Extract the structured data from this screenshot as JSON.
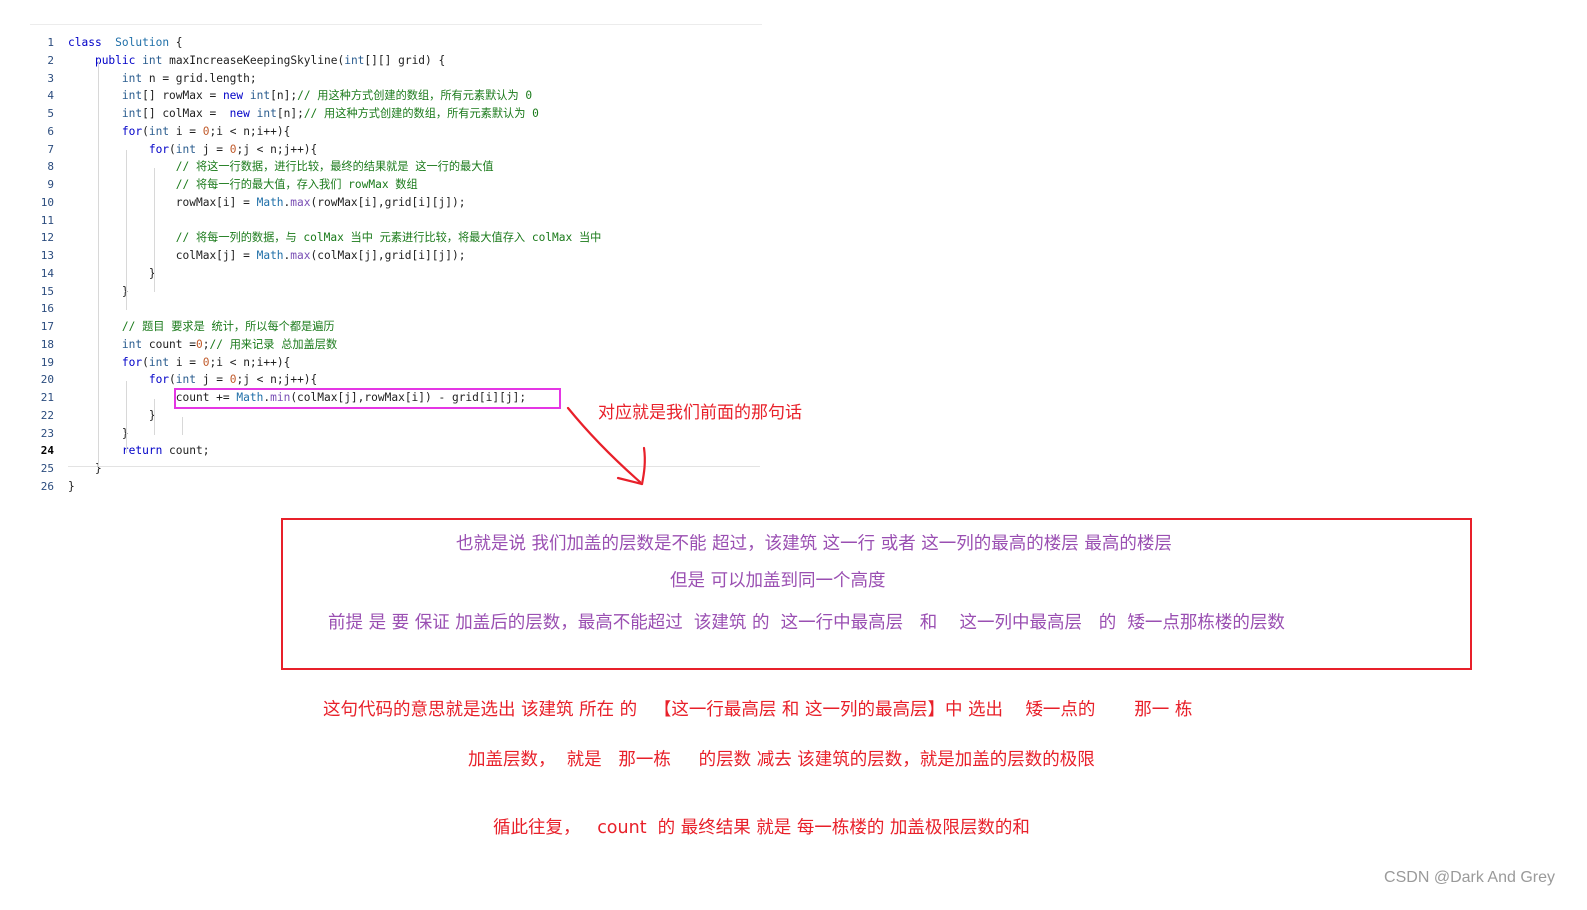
{
  "editor": {
    "lines": [
      {
        "n": "1",
        "segs": [
          [
            "kw",
            "class"
          ],
          [
            "",
            "  "
          ],
          [
            "cls",
            "Solution"
          ],
          [
            "",
            " {"
          ]
        ]
      },
      {
        "n": "2",
        "segs": [
          [
            "",
            "    "
          ],
          [
            "kw",
            "public"
          ],
          [
            "",
            " "
          ],
          [
            "ty",
            "int"
          ],
          [
            "",
            " maxIncreaseKeepingSkyline("
          ],
          [
            "ty",
            "int"
          ],
          [
            "",
            "[][] grid) {"
          ]
        ]
      },
      {
        "n": "3",
        "segs": [
          [
            "",
            "        "
          ],
          [
            "ty",
            "int"
          ],
          [
            "",
            " n = grid.length;"
          ]
        ]
      },
      {
        "n": "4",
        "segs": [
          [
            "",
            "        "
          ],
          [
            "ty",
            "int"
          ],
          [
            "",
            "[] rowMax = "
          ],
          [
            "kw",
            "new"
          ],
          [
            "",
            " "
          ],
          [
            "ty",
            "int"
          ],
          [
            "",
            "[n];"
          ],
          [
            "cm",
            "// 用这种方式创建的数组，所有元素默认为 0"
          ]
        ]
      },
      {
        "n": "5",
        "segs": [
          [
            "",
            "        "
          ],
          [
            "ty",
            "int"
          ],
          [
            "",
            "[] colMax =  "
          ],
          [
            "kw",
            "new"
          ],
          [
            "",
            " "
          ],
          [
            "ty",
            "int"
          ],
          [
            "",
            "[n];"
          ],
          [
            "cm",
            "// 用这种方式创建的数组，所有元素默认为 0"
          ]
        ]
      },
      {
        "n": "6",
        "segs": [
          [
            "",
            "        "
          ],
          [
            "kw",
            "for"
          ],
          [
            "",
            "("
          ],
          [
            "ty",
            "int"
          ],
          [
            "",
            " i = "
          ],
          [
            "nm",
            "0"
          ],
          [
            "",
            ";i < n;i++){"
          ]
        ]
      },
      {
        "n": "7",
        "segs": [
          [
            "",
            "            "
          ],
          [
            "kw",
            "for"
          ],
          [
            "",
            "("
          ],
          [
            "ty",
            "int"
          ],
          [
            "",
            " j = "
          ],
          [
            "nm",
            "0"
          ],
          [
            "",
            ";j < n;j++){"
          ]
        ]
      },
      {
        "n": "8",
        "segs": [
          [
            "",
            "                "
          ],
          [
            "cm",
            "// 将这一行数据，进行比较，最终的结果就是 这一行的最大值"
          ]
        ]
      },
      {
        "n": "9",
        "segs": [
          [
            "",
            "                "
          ],
          [
            "cm",
            "// 将每一行的最大值，存入我们 rowMax 数组"
          ]
        ]
      },
      {
        "n": "10",
        "segs": [
          [
            "",
            "                rowMax[i] = "
          ],
          [
            "cls",
            "Math"
          ],
          [
            "",
            "."
          ],
          [
            "fn",
            "max"
          ],
          [
            "",
            "(rowMax[i],grid[i][j]);"
          ]
        ]
      },
      {
        "n": "11",
        "segs": [
          [
            "",
            ""
          ]
        ]
      },
      {
        "n": "12",
        "segs": [
          [
            "",
            "                "
          ],
          [
            "cm",
            "// 将每一列的数据，与 colMax 当中 元素进行比较，将最大值存入 colMax 当中"
          ]
        ]
      },
      {
        "n": "13",
        "segs": [
          [
            "",
            "                colMax[j] = "
          ],
          [
            "cls",
            "Math"
          ],
          [
            "",
            "."
          ],
          [
            "fn",
            "max"
          ],
          [
            "",
            "(colMax[j],grid[i][j]);"
          ]
        ]
      },
      {
        "n": "14",
        "segs": [
          [
            "",
            "            }"
          ]
        ]
      },
      {
        "n": "15",
        "segs": [
          [
            "",
            "        }"
          ]
        ]
      },
      {
        "n": "16",
        "segs": [
          [
            "",
            ""
          ]
        ]
      },
      {
        "n": "17",
        "segs": [
          [
            "",
            "        "
          ],
          [
            "cm",
            "// 题目 要求是 统计，所以每个都是遍历"
          ]
        ]
      },
      {
        "n": "18",
        "segs": [
          [
            "",
            "        "
          ],
          [
            "ty",
            "int"
          ],
          [
            "",
            " count ="
          ],
          [
            "nm",
            "0"
          ],
          [
            "",
            ";"
          ],
          [
            "cm",
            "// 用来记录 总加盖层数"
          ]
        ]
      },
      {
        "n": "19",
        "segs": [
          [
            "",
            "        "
          ],
          [
            "kw",
            "for"
          ],
          [
            "",
            "("
          ],
          [
            "ty",
            "int"
          ],
          [
            "",
            " i = "
          ],
          [
            "nm",
            "0"
          ],
          [
            "",
            ";i < n;i++){"
          ]
        ]
      },
      {
        "n": "20",
        "segs": [
          [
            "",
            "            "
          ],
          [
            "kw",
            "for"
          ],
          [
            "",
            "("
          ],
          [
            "ty",
            "int"
          ],
          [
            "",
            " j = "
          ],
          [
            "nm",
            "0"
          ],
          [
            "",
            ";j < n;j++){"
          ]
        ]
      },
      {
        "n": "21",
        "segs": [
          [
            "",
            "                count += "
          ],
          [
            "cls",
            "Math"
          ],
          [
            "",
            "."
          ],
          [
            "fn",
            "min"
          ],
          [
            "",
            "(colMax[j],rowMax[i]) - grid[i][j];"
          ]
        ]
      },
      {
        "n": "22",
        "segs": [
          [
            "",
            "            }"
          ]
        ]
      },
      {
        "n": "23",
        "segs": [
          [
            "",
            "        }"
          ]
        ]
      },
      {
        "n": "24",
        "segs": [
          [
            "",
            "        "
          ],
          [
            "kw",
            "return"
          ],
          [
            "",
            " count;"
          ]
        ]
      },
      {
        "n": "25",
        "segs": [
          [
            "",
            "    }"
          ]
        ]
      },
      {
        "n": "26",
        "segs": [
          [
            "",
            "}"
          ]
        ]
      }
    ],
    "current_line": "24"
  },
  "annotations": {
    "arrow_note": "对应就是我们前面的那句话",
    "box_line1": "也就是说 我们加盖的层数是不能 超过，该建筑 这一行 或者 这一列的最高的楼层 最高的楼层",
    "box_line2": "但是 可以加盖到同一个高度",
    "box_line3": "前提 是 要 保证 加盖后的层数，最高不能超过  该建筑 的  这一行中最高层   和    这一列中最高层   的  矮一点那栋楼的层数",
    "note1": "这句代码的意思就是选出 该建筑 所在 的   【这一行最高层 和 这一列的最高层】中 选出    矮一点的       那一 栋",
    "note2": "加盖层数，  就是   那一栋     的层数 减去 该建筑的层数，就是加盖的层数的极限",
    "note3": "循此往复，   count  的 最终结果 就是 每一栋楼的 加盖极限层数的和"
  },
  "watermark": "CSDN @Dark And Grey",
  "colors": {
    "keyword": "#0000c8",
    "type": "#2b5d8f",
    "comment": "#1a7a1a",
    "number": "#c05a2a",
    "method": "#7a4fb5",
    "highlight_box": "#e436e4",
    "annotation_red": "#e8202a",
    "annotation_purple": "#9a4fb2"
  }
}
